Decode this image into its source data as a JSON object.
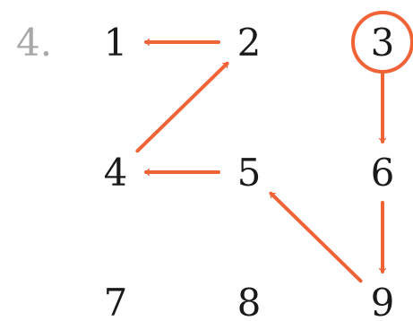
{
  "step_label": "4.",
  "accent_color": "#ef6337",
  "nodes": [
    {
      "id": "1",
      "label": "1"
    },
    {
      "id": "2",
      "label": "2"
    },
    {
      "id": "3",
      "label": "3",
      "highlighted": true
    },
    {
      "id": "4",
      "label": "4"
    },
    {
      "id": "5",
      "label": "5"
    },
    {
      "id": "6",
      "label": "6"
    },
    {
      "id": "7",
      "label": "7"
    },
    {
      "id": "8",
      "label": "8"
    },
    {
      "id": "9",
      "label": "9"
    }
  ],
  "edges": [
    {
      "from": "2",
      "to": "1"
    },
    {
      "from": "4",
      "to": "2"
    },
    {
      "from": "5",
      "to": "4"
    },
    {
      "from": "3",
      "to": "6"
    },
    {
      "from": "6",
      "to": "9"
    },
    {
      "from": "9",
      "to": "5"
    }
  ]
}
